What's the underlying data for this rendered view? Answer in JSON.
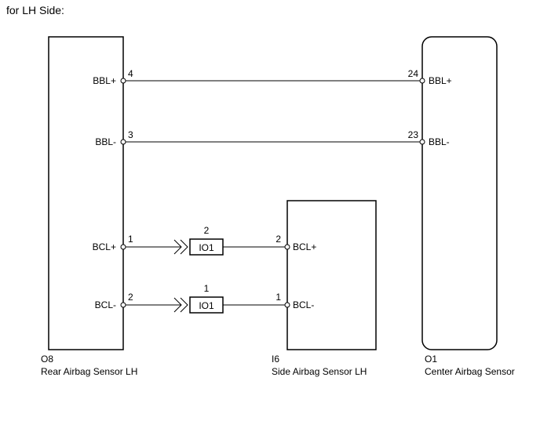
{
  "caption": "for LH Side:",
  "components": {
    "rear": {
      "code": "O8",
      "name": "Rear Airbag Sensor LH"
    },
    "side": {
      "code": "I6",
      "name": "Side Airbag Sensor LH"
    },
    "center": {
      "code": "O1",
      "name": "Center Airbag Sensor"
    }
  },
  "circuits": [
    {
      "left_signal": "BBL+",
      "left_pin": "4",
      "right_pin": "24",
      "right_signal": "BBL+"
    },
    {
      "left_signal": "BBL-",
      "left_pin": "3",
      "right_pin": "23",
      "right_signal": "BBL-"
    },
    {
      "left_signal": "BCL+",
      "left_pin": "1",
      "connector": "IO1",
      "connector_pin": "2",
      "right_pin": "2",
      "right_signal": "BCL+"
    },
    {
      "left_signal": "BCL-",
      "left_pin": "2",
      "connector": "IO1",
      "connector_pin": "1",
      "right_pin": "1",
      "right_signal": "BCL-"
    }
  ]
}
